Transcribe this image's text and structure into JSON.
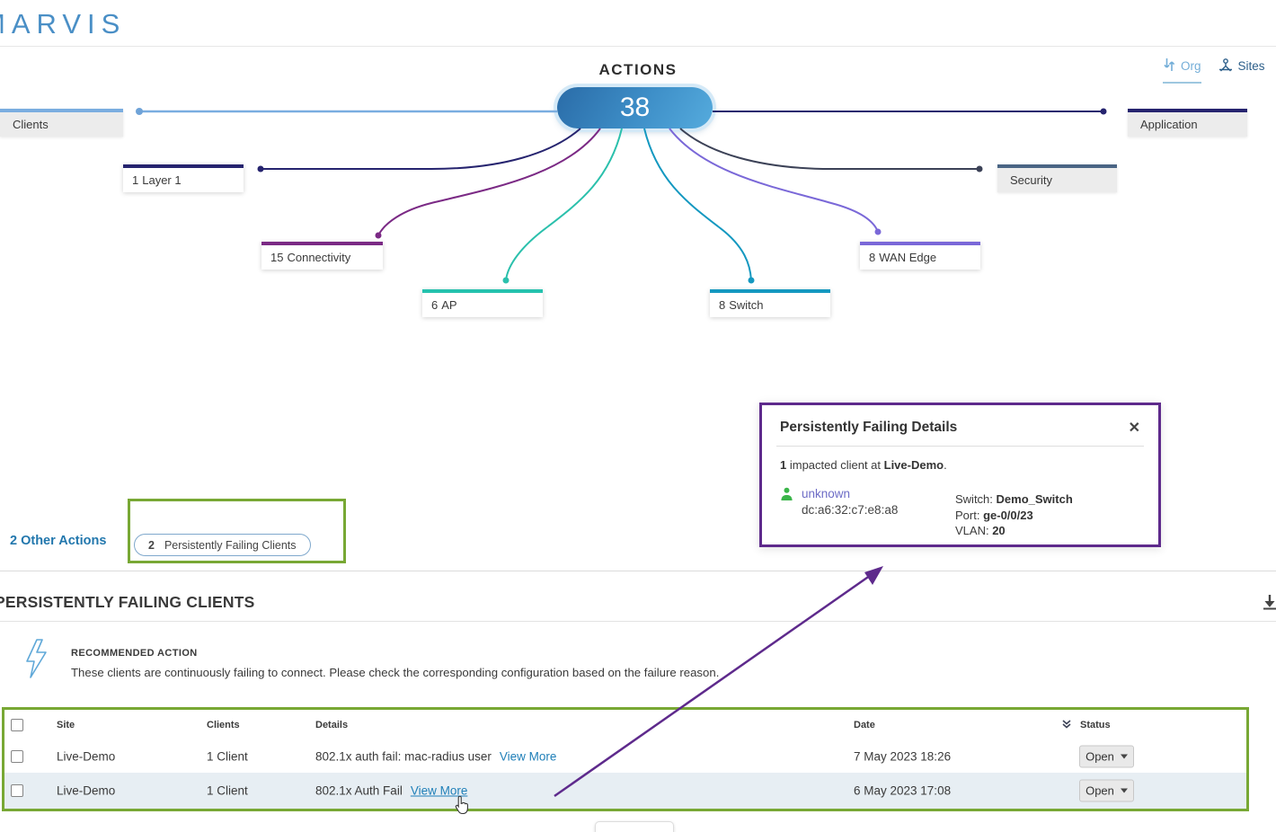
{
  "header": {
    "logo": "MARVIS",
    "org_label": "Org",
    "sites_label": "Sites"
  },
  "diagram": {
    "title": "ACTIONS",
    "total_count": "38",
    "nodes": [
      {
        "count": "",
        "name": "Clients",
        "color": "#7aade0"
      },
      {
        "count": "1",
        "name": "Layer 1",
        "color": "#26246f"
      },
      {
        "count": "15",
        "name": "Connectivity",
        "color": "#7b2a85"
      },
      {
        "count": "6",
        "name": "AP",
        "color": "#25c2ae"
      },
      {
        "count": "8",
        "name": "Switch",
        "color": "#1498c0"
      },
      {
        "count": "8",
        "name": "WAN Edge",
        "color": "#7a68d8"
      },
      {
        "count": "",
        "name": "Security",
        "color": "#4a6584"
      },
      {
        "count": "",
        "name": "Application",
        "color": "#26246f"
      }
    ],
    "other_actions_label": "2 Other Actions",
    "other_pill": {
      "count": "2",
      "label": "Persistently Failing Clients"
    }
  },
  "popup": {
    "title": "Persistently Failing Details",
    "close_label": "✕",
    "impacted_count": "1",
    "impacted_text": " impacted client at ",
    "impacted_site": "Live-Demo",
    "impacted_period": ".",
    "client": {
      "name": "unknown",
      "mac": "dc:a6:32:c7:e8:a8"
    },
    "switch_label": "Switch: ",
    "switch_value": "Demo_Switch",
    "port_label": "Port: ",
    "port_value": "ge-0/0/23",
    "vlan_label": "VLAN: ",
    "vlan_value": "20"
  },
  "section": {
    "title": "PERSISTENTLY FAILING CLIENTS",
    "recommended_title": "RECOMMENDED ACTION",
    "recommended_text": "These clients are continuously failing to connect. Please check the corresponding configuration based on the failure reason."
  },
  "table": {
    "columns": {
      "site": "Site",
      "clients": "Clients",
      "details": "Details",
      "date": "Date",
      "status": "Status"
    },
    "rows": [
      {
        "site": "Live-Demo",
        "clients": "1 Client",
        "details": "802.1x auth fail: mac-radius user",
        "view_more": "View More",
        "date": "7 May 2023 18:26",
        "status": "Open"
      },
      {
        "site": "Live-Demo",
        "clients": "1 Client",
        "details": "802.1x Auth Fail",
        "view_more": "View More",
        "date": "6 May 2023 17:08",
        "status": "Open"
      }
    ]
  },
  "annotations": {
    "green": "#78a834",
    "purple": "#5e2a8c"
  }
}
